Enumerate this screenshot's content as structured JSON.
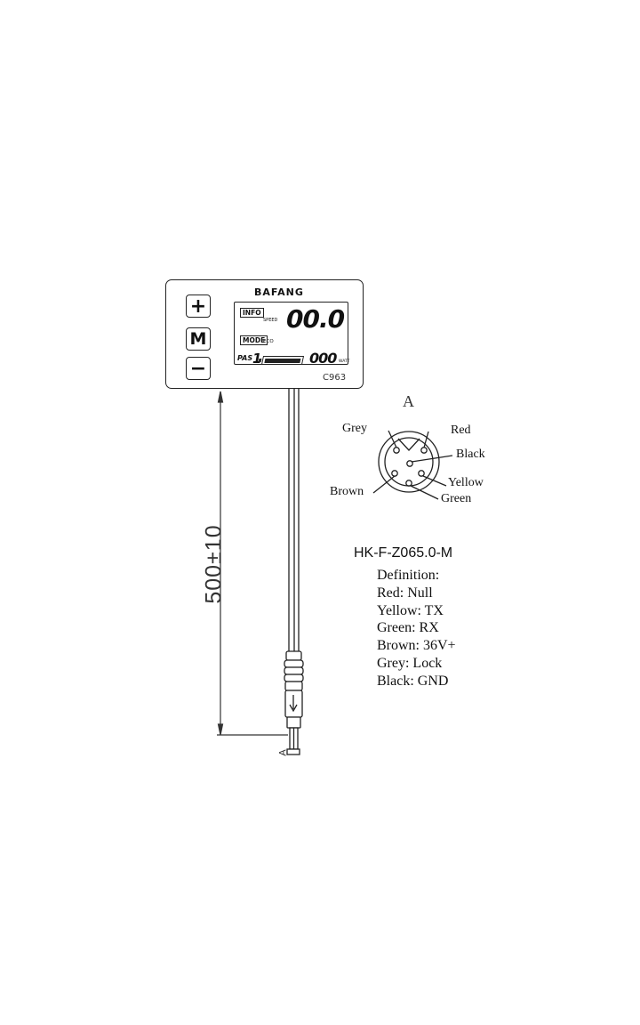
{
  "display": {
    "brand": "BAFANG",
    "buttons": {
      "plus": "+",
      "mode": "M",
      "minus": "−"
    },
    "lcd": {
      "info_tag": "INFO",
      "speed_label": "SPEED",
      "speed_value": "00.0",
      "mode_tag": "MODE",
      "eco_label": "ECO",
      "pas_label": "PAS",
      "pas_value": "1",
      "battery_level": 1.0,
      "power_value": "000",
      "power_unit": "WATT"
    },
    "model": "C963"
  },
  "cable": {
    "length_dimension": "500±10",
    "end_label": "A"
  },
  "connector": {
    "title": "A",
    "pins": [
      {
        "name": "Grey"
      },
      {
        "name": "Red"
      },
      {
        "name": "Black"
      },
      {
        "name": "Brown"
      },
      {
        "name": "Yellow"
      },
      {
        "name": "Green"
      }
    ]
  },
  "definition": {
    "part_number": "HK-F-Z065.0-M",
    "heading": "Definition:",
    "lines": [
      "Red: Null",
      "Yellow: TX",
      "Green: RX",
      "Brown: 36V+",
      "Grey: Lock",
      "Black: GND"
    ]
  }
}
